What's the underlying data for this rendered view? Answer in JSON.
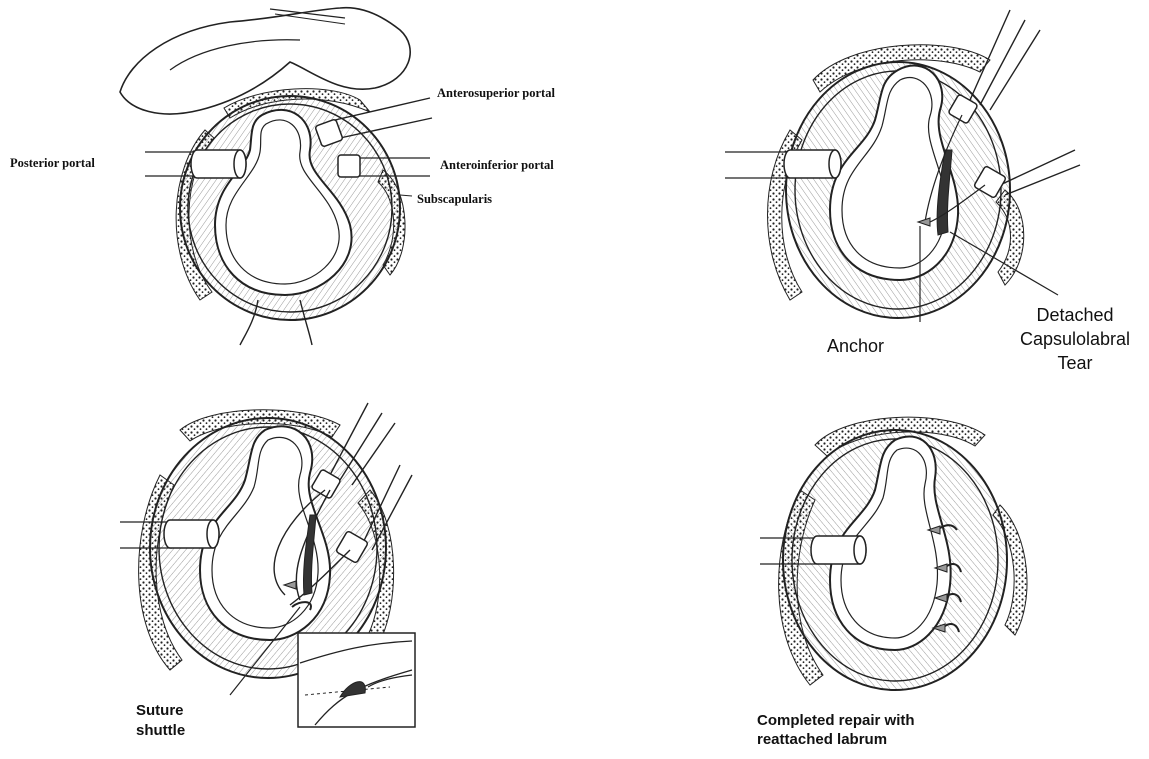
{
  "panel_1": {
    "labels": {
      "anterosuperior": "Anterosuperior portal",
      "posterior": "Posterior portal",
      "anteroinferior": "Anteroinferior portal",
      "subscapularis": "Subscapularis"
    }
  },
  "panel_2": {
    "labels": {
      "detached_line1": "Detached",
      "detached_line2": "Capsulolabral",
      "detached_line3": "Tear",
      "anchor": "Anchor"
    }
  },
  "panel_3": {
    "labels": {
      "suture_line1": "Suture",
      "suture_line2": "shuttle"
    }
  },
  "panel_4": {
    "labels": {
      "completed_line1": "Completed repair with",
      "completed_line2": "reattached labrum"
    }
  }
}
